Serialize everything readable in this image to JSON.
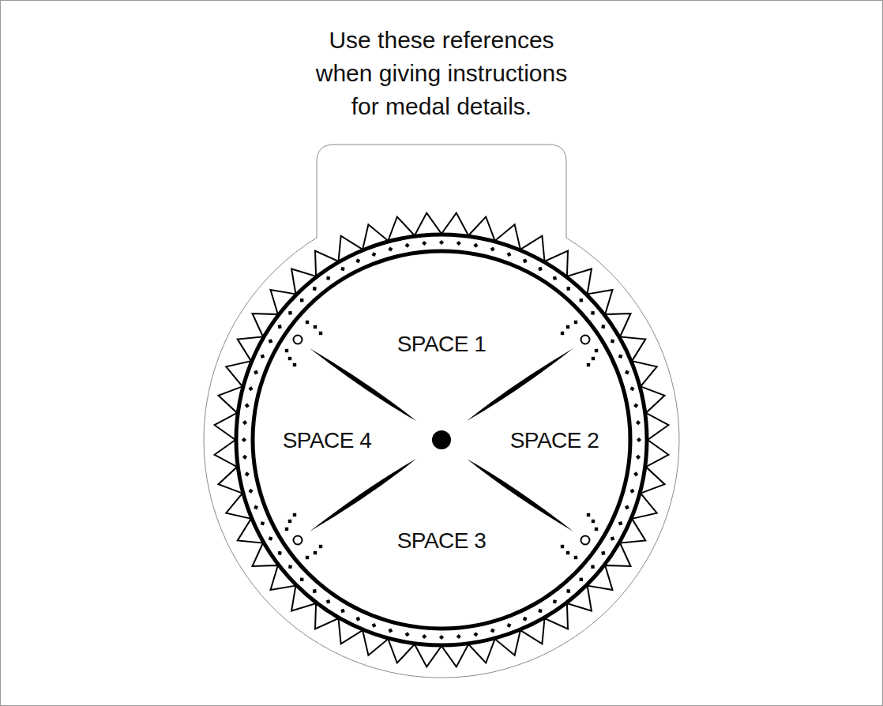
{
  "diagram": {
    "title": "Use these references when giving instructions for medal details.",
    "labels": [
      "SPACE 1",
      "SPACE 4",
      "SPACE 2",
      "SPACE 3"
    ]
  }
}
